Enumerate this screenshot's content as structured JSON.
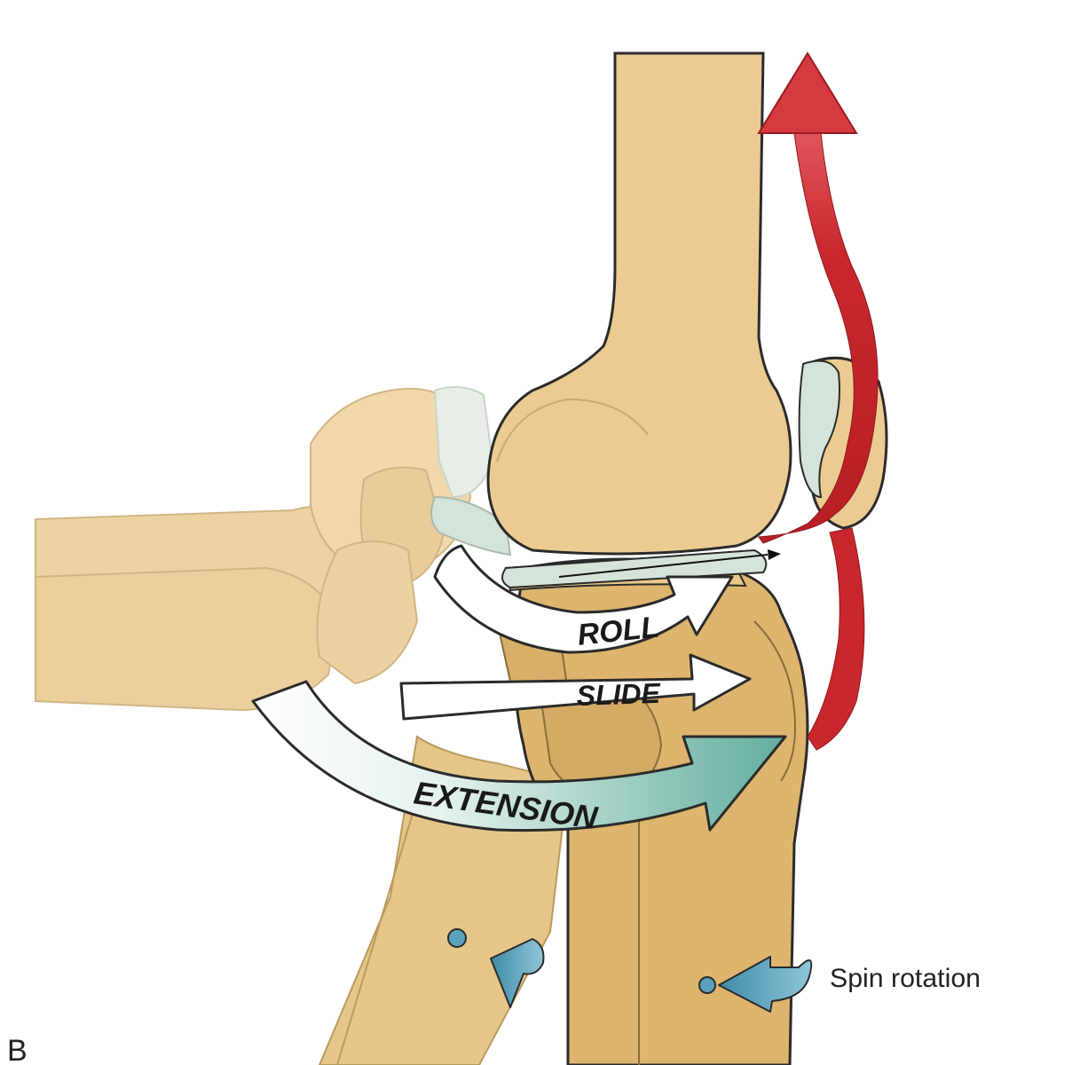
{
  "figure": {
    "panel_letter": "B",
    "labels": {
      "roll": "ROLL",
      "slide": "SLIDE",
      "extension": "EXTENSION",
      "spin_rotation": "Spin rotation"
    },
    "colors": {
      "bone": "#EBCB92",
      "bone_shadow": "#D8B676",
      "tibia": "#DDB56E",
      "cartilage": "#D5E3D8",
      "muscle_red": "#C8272D",
      "extension_teal": "#62AE9E",
      "spin_blue": "#5BA3BD",
      "outline": "#2b2b2b"
    }
  }
}
